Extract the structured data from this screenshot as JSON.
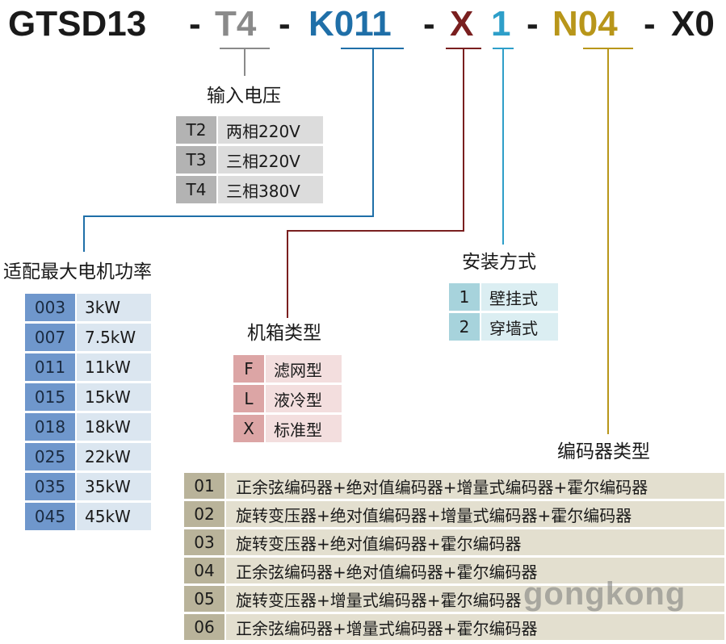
{
  "model_code": {
    "series": "GTSD13",
    "voltage": "T4",
    "power": "K011",
    "cabinet": "X",
    "mount": "1",
    "encoder": "N04",
    "suffix": "X0",
    "separator": "-"
  },
  "colors": {
    "series": "#1a1a1a",
    "voltage": "#8a8a8a",
    "power": "#1f6fa8",
    "cabinet": "#7a1f1f",
    "mount": "#2e9fc9",
    "encoder": "#b8961a"
  },
  "voltage_section": {
    "title": "输入电压",
    "rows": [
      {
        "code": "T2",
        "value": "两相220V"
      },
      {
        "code": "T3",
        "value": "三相220V"
      },
      {
        "code": "T4",
        "value": "三相380V"
      }
    ]
  },
  "power_section": {
    "title": "适配最大电机功率",
    "rows": [
      {
        "code": "003",
        "value": "3kW"
      },
      {
        "code": "007",
        "value": "7.5kW"
      },
      {
        "code": "011",
        "value": "11kW"
      },
      {
        "code": "015",
        "value": "15kW"
      },
      {
        "code": "018",
        "value": "18kW"
      },
      {
        "code": "025",
        "value": "22kW"
      },
      {
        "code": "035",
        "value": "35kW"
      },
      {
        "code": "045",
        "value": "45kW"
      }
    ]
  },
  "cabinet_section": {
    "title": "机箱类型",
    "rows": [
      {
        "code": "F",
        "value": "滤网型"
      },
      {
        "code": "L",
        "value": "液冷型"
      },
      {
        "code": "X",
        "value": "标准型"
      }
    ]
  },
  "mount_section": {
    "title": "安装方式",
    "rows": [
      {
        "code": "1",
        "value": "壁挂式"
      },
      {
        "code": "2",
        "value": "穿墙式"
      }
    ]
  },
  "encoder_section": {
    "title": "编码器类型",
    "rows": [
      {
        "code": "01",
        "value": "正余弦编码器+绝对值编码器+增量式编码器+霍尔编码器"
      },
      {
        "code": "02",
        "value": "旋转变压器+绝对值编码器+增量式编码器+霍尔编码器"
      },
      {
        "code": "03",
        "value": "旋转变压器+绝对值编码器+霍尔编码器"
      },
      {
        "code": "04",
        "value": "正余弦编码器+绝对值编码器+霍尔编码器"
      },
      {
        "code": "05",
        "value": "旋转变压器+增量式编码器+霍尔编码器"
      },
      {
        "code": "06",
        "value": "正余弦编码器+增量式编码器+霍尔编码器"
      }
    ]
  },
  "watermark": "gongkong"
}
